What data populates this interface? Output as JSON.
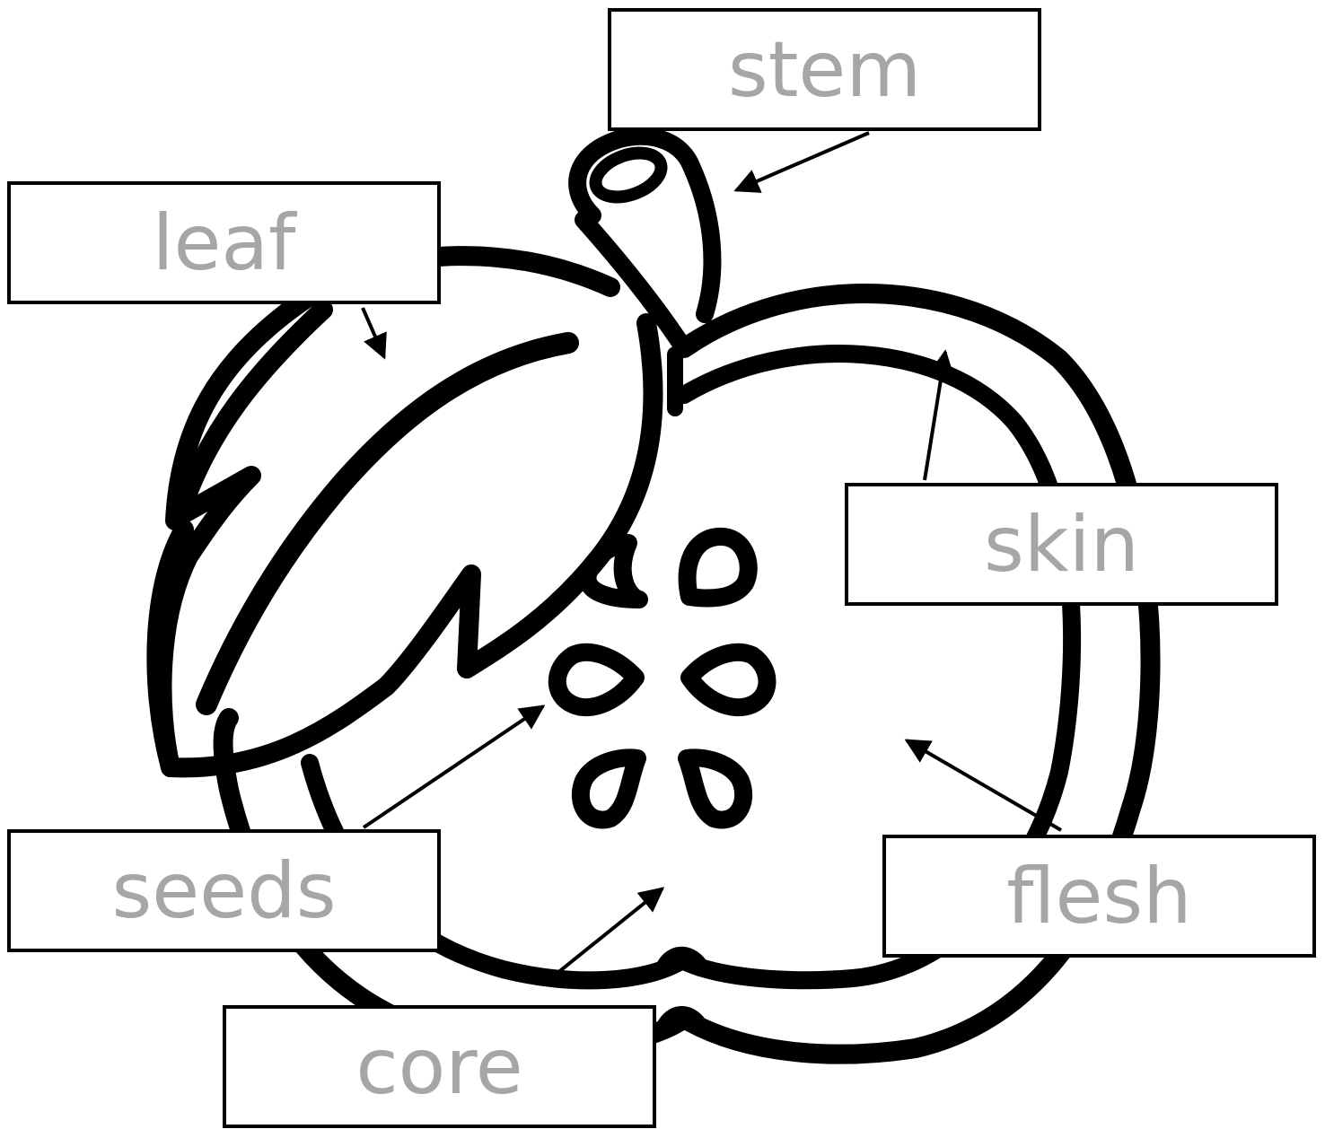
{
  "diagram": {
    "labels": {
      "stem": "stem",
      "leaf": "leaf",
      "skin": "skin",
      "seeds": "seeds",
      "flesh": "flesh",
      "core": "core"
    },
    "colors": {
      "outline": "#000000",
      "label_text": "#a6a6a6",
      "background": "#ffffff"
    }
  }
}
